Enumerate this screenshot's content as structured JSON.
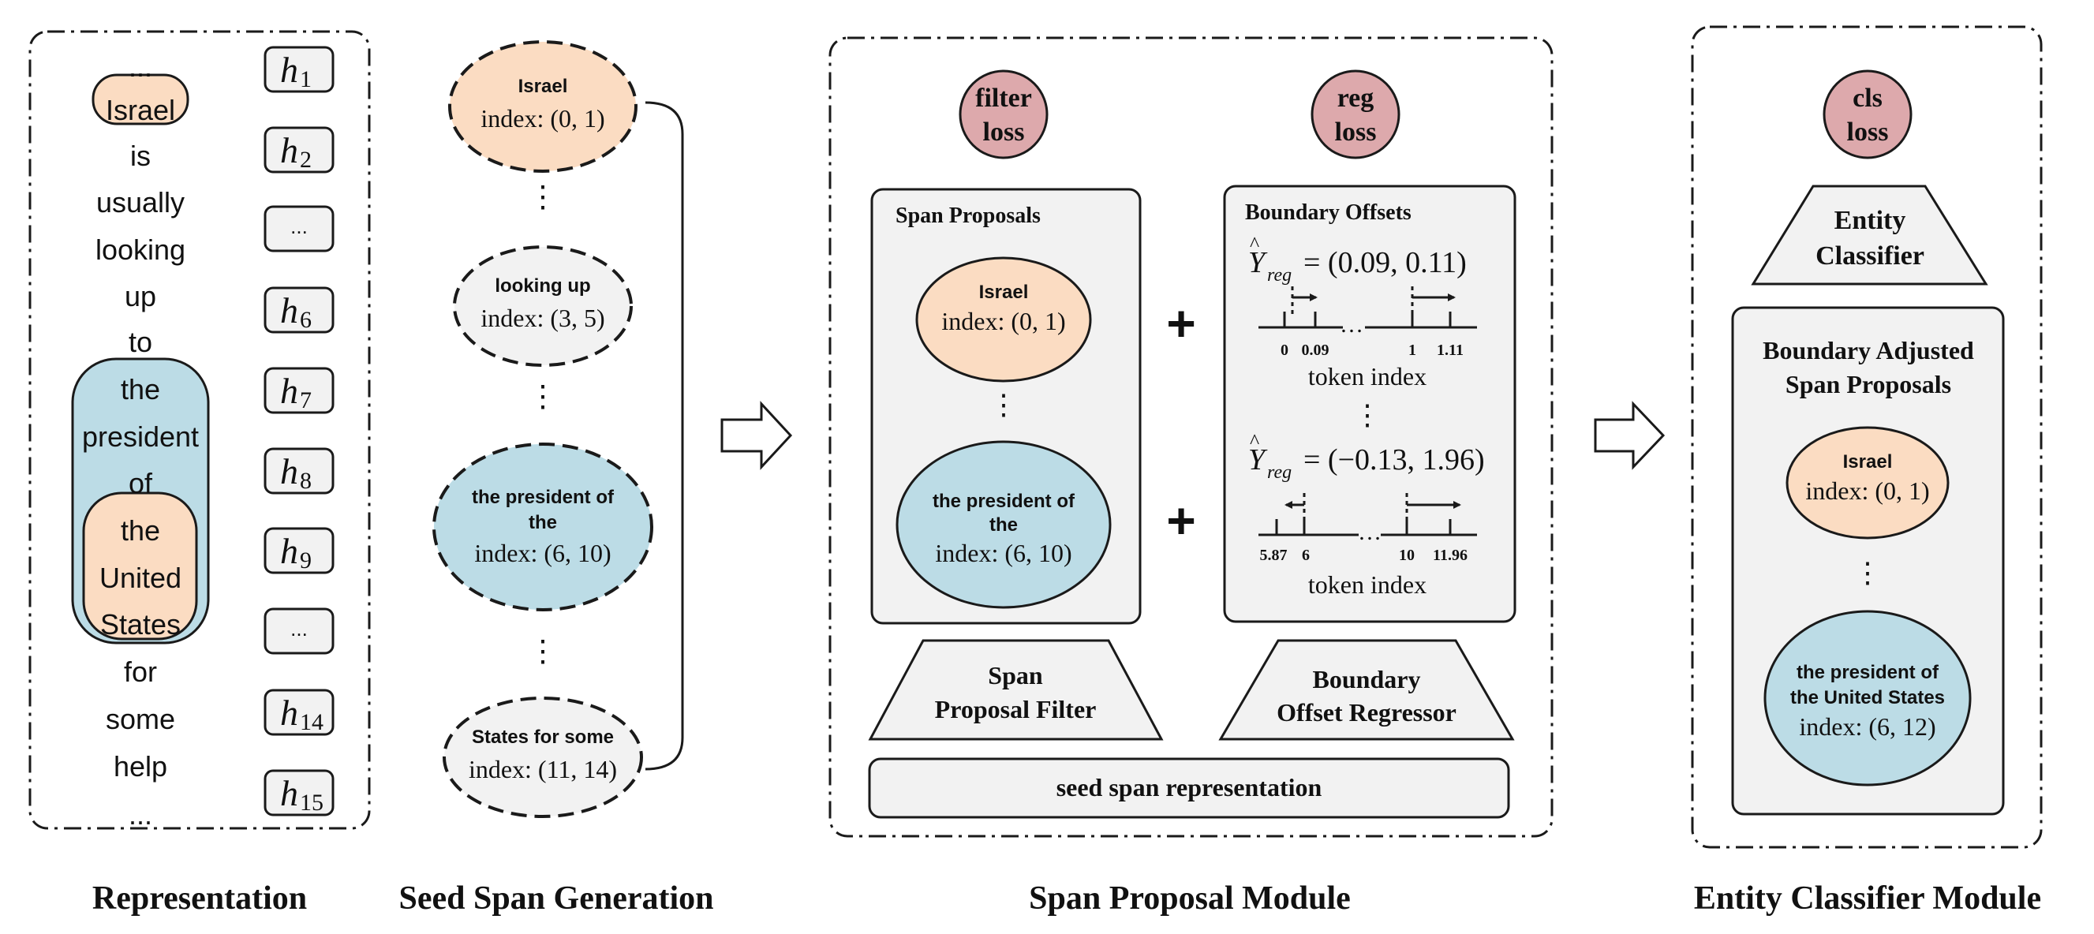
{
  "colors": {
    "orange_fill": "#FBDCC2",
    "blue_fill": "#BCDCE6",
    "gray_fill": "#F2F2F2",
    "loss_fill": "#DDA9AC",
    "stroke": "#1A1A1A"
  },
  "representation": {
    "caption": "Representation",
    "tokens": [
      "...",
      "Israel",
      "is",
      "usually",
      "looking",
      "up",
      "to",
      "the",
      "president",
      "of",
      "the",
      "United",
      "States",
      "for",
      "some",
      "help",
      "..."
    ],
    "hidden": [
      {
        "sym": "h",
        "sub": "1"
      },
      {
        "sym": "h",
        "sub": "2"
      },
      {
        "sym": "...",
        "sub": ""
      },
      {
        "sym": "h",
        "sub": "6"
      },
      {
        "sym": "h",
        "sub": "7"
      },
      {
        "sym": "h",
        "sub": "8"
      },
      {
        "sym": "h",
        "sub": "9"
      },
      {
        "sym": "...",
        "sub": ""
      },
      {
        "sym": "h",
        "sub": "14"
      },
      {
        "sym": "h",
        "sub": "15"
      }
    ]
  },
  "seed": {
    "caption": "Seed Span Generation",
    "spans": [
      {
        "name": "Israel",
        "index": "index: (0, 1)"
      },
      {
        "name": "looking up",
        "index": "index: (3, 5)"
      },
      {
        "name": "the president of",
        "name2": "the",
        "index": "index: (6, 10)"
      },
      {
        "name": "States for some",
        "index": "index: (11, 14)"
      }
    ],
    "dots": "⋮"
  },
  "proposal": {
    "caption": "Span Proposal Module",
    "filter_loss": [
      "filter",
      "loss"
    ],
    "reg_loss": [
      "reg",
      "loss"
    ],
    "span_proposals_title": "Span Proposals",
    "proposals": [
      {
        "name": "Israel",
        "index": "index: (0, 1)"
      },
      {
        "name": "the president of",
        "name2": "the",
        "index": "index: (6, 10)"
      }
    ],
    "boundary_title": "Boundary Offsets",
    "y_reg_1": "= (0.09, 0.11)",
    "y_reg_2": "= (−0.13, 1.96)",
    "y_sym": "Y",
    "y_sub": "reg",
    "axis1_ticks": [
      "0",
      "0.09",
      "1",
      "1.11"
    ],
    "axis2_ticks": [
      "5.87",
      "6",
      "10",
      "11.96"
    ],
    "axis_label": "token index",
    "plus": "+",
    "filter_label": [
      "Span",
      "Proposal Filter"
    ],
    "regressor_label": [
      "Boundary",
      "Offset Regressor"
    ],
    "seed_repr": "seed span representation"
  },
  "classifier": {
    "caption": "Entity Classifier Module",
    "cls_loss": [
      "cls",
      "loss"
    ],
    "classifier_label": [
      "Entity",
      "Classifier"
    ],
    "adjusted_title": [
      "Boundary Adjusted",
      "Span Proposals"
    ],
    "spans": [
      {
        "name": "Israel",
        "index": "index: (0, 1)"
      },
      {
        "name": "the president of",
        "name2": "the United States",
        "index": "index: (6, 12)"
      }
    ]
  }
}
